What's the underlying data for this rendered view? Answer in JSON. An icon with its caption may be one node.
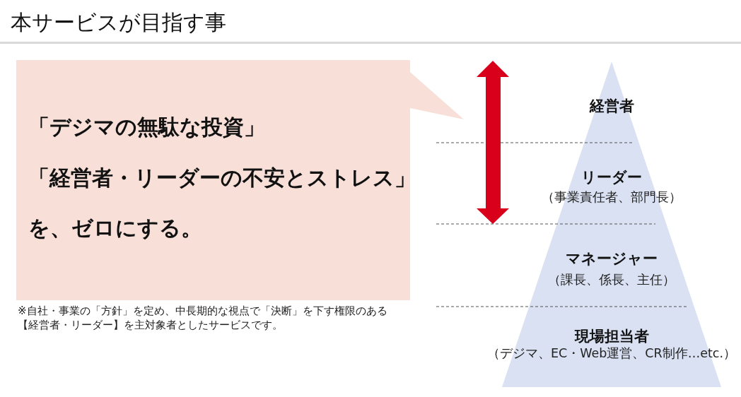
{
  "diagram": {
    "title": "本サービスが目指す事",
    "nodes": [
      {
        "text": [
          "「デジマの無駄な投資」",
          "「経営者・リーダーの不安とストレス」",
          "を、ゼロにする。"
        ]
      },
      {
        "text": [
          "経営者"
        ]
      },
      {
        "text": [
          "リーダー",
          "（事業責任者、部門長）"
        ]
      },
      {
        "text": [
          "マネージャー",
          "（課長、係長、主任）"
        ]
      },
      {
        "text": [
          "現場担当者",
          "（デジマ、EC・Web運営、CR制作…etc.）"
        ]
      }
    ],
    "labels": [
      "※自社・事業の「方針」を定め、中長期的な視点で「決断」を下す権限のある【経営者・リーダー】を主対象者としたサービスです。"
    ]
  }
}
